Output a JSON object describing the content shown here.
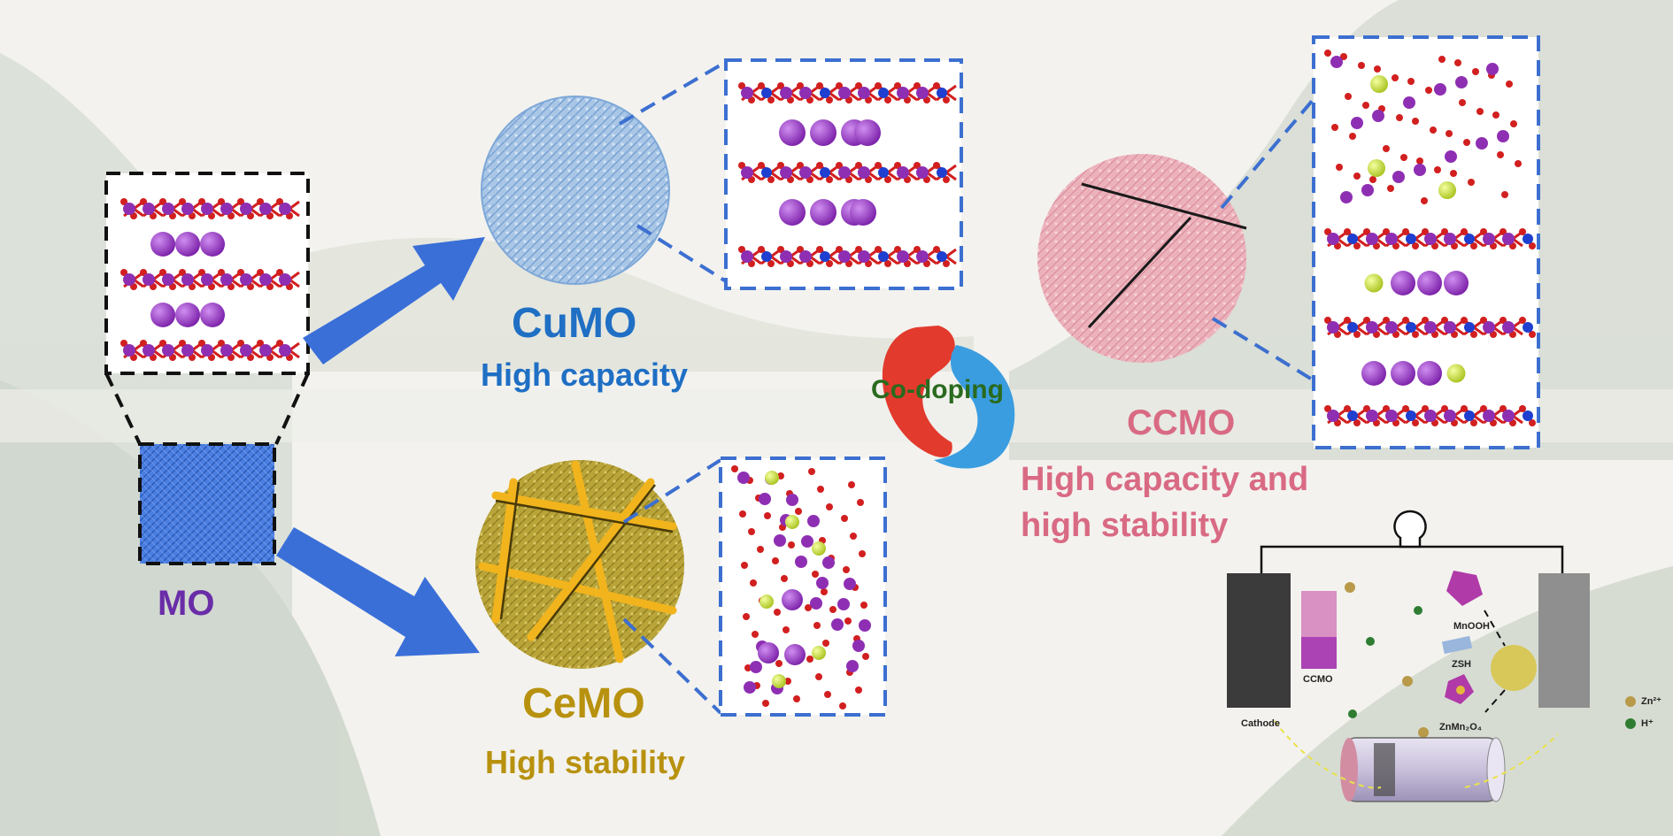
{
  "labels": {
    "mo": "MO",
    "cumo": "CuMO",
    "cumo_property": "High capacity",
    "cemo": "CeMO",
    "cemo_property": "High stability",
    "ccmo": "CCMO",
    "ccmo_property_line1": "High capacity and",
    "ccmo_property_line2": "high stability",
    "codoping": "Co-doping"
  },
  "battery_inset": {
    "cathode": "Cathode",
    "ccmo": "CCMO",
    "mnooh": "MnOOH",
    "zsh": "ZSH",
    "znmn2o4": "ZnMn₂O₄",
    "legend": [
      {
        "ion": "Zn²⁺",
        "color": "#b89a4a"
      },
      {
        "ion": "H⁺",
        "color": "#2e7d32"
      }
    ]
  },
  "colors": {
    "mo": "#6a2da8",
    "cumo": "#1f6fc4",
    "cemo": "#b8920f",
    "ccmo": "#d96a84",
    "arrow": "#3a6fd8",
    "dashed_box": "#3c6fd0",
    "atom_purple": "#8e2fb3",
    "atom_red": "#d21f1f",
    "atom_blue": "#1e3fcf",
    "atom_yellow": "#c8e04a"
  }
}
